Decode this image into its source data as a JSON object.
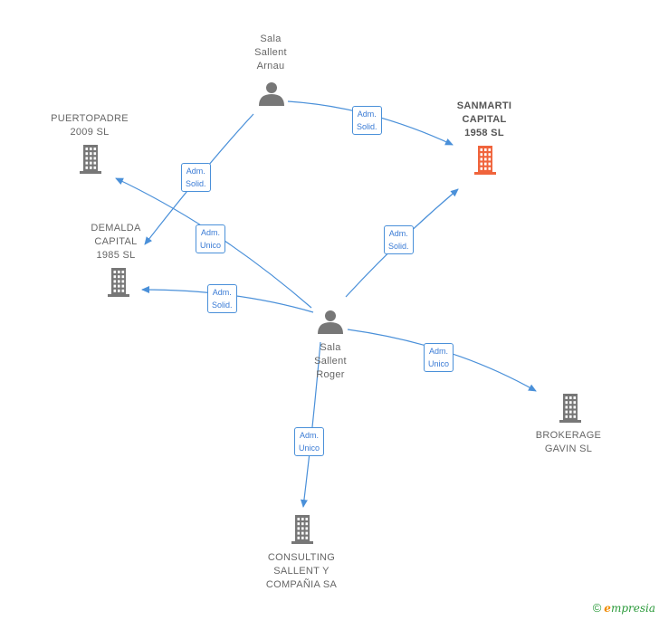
{
  "nodes": {
    "sala_sallent_arnau": {
      "label": "Sala\nSallent\nArnau",
      "kind": "person"
    },
    "sala_sallent_roger": {
      "label": "Sala\nSallent\nRoger",
      "kind": "person"
    },
    "puertopadre": {
      "label": "PUERTOPADRE\n2009 SL",
      "kind": "company"
    },
    "demalda": {
      "label": "DEMALDA\nCAPITAL\n1985  SL",
      "kind": "company"
    },
    "sanmarti": {
      "label": "SANMARTI\nCAPITAL\n1958  SL",
      "kind": "company",
      "highlight": true
    },
    "brokerage": {
      "label": "BROKERAGE\nGAVIN SL",
      "kind": "company"
    },
    "consulting": {
      "label": "CONSULTING\nSALLENT Y\nCOMPAÑIA SA",
      "kind": "company"
    }
  },
  "edges": [
    {
      "from": "sala_sallent_arnau",
      "to": "sanmarti",
      "label": "Adm.\nSolid."
    },
    {
      "from": "sala_sallent_arnau",
      "to": "demalda",
      "label": "Adm.\nSolid."
    },
    {
      "from": "sala_sallent_roger",
      "to": "puertopadre",
      "label": "Adm.\nUnico"
    },
    {
      "from": "sala_sallent_roger",
      "to": "demalda",
      "label": "Adm.\nSolid."
    },
    {
      "from": "sala_sallent_roger",
      "to": "sanmarti",
      "label": "Adm.\nSolid."
    },
    {
      "from": "sala_sallent_roger",
      "to": "brokerage",
      "label": "Adm.\nUnico"
    },
    {
      "from": "sala_sallent_roger",
      "to": "consulting",
      "label": "Adm.\nUnico"
    }
  ],
  "colors": {
    "edge": "#4a90d9",
    "icon": "#777777",
    "highlight_icon": "#f0643c"
  },
  "brand": {
    "copyright": "©",
    "e": "e",
    "rest": "mpresia"
  }
}
